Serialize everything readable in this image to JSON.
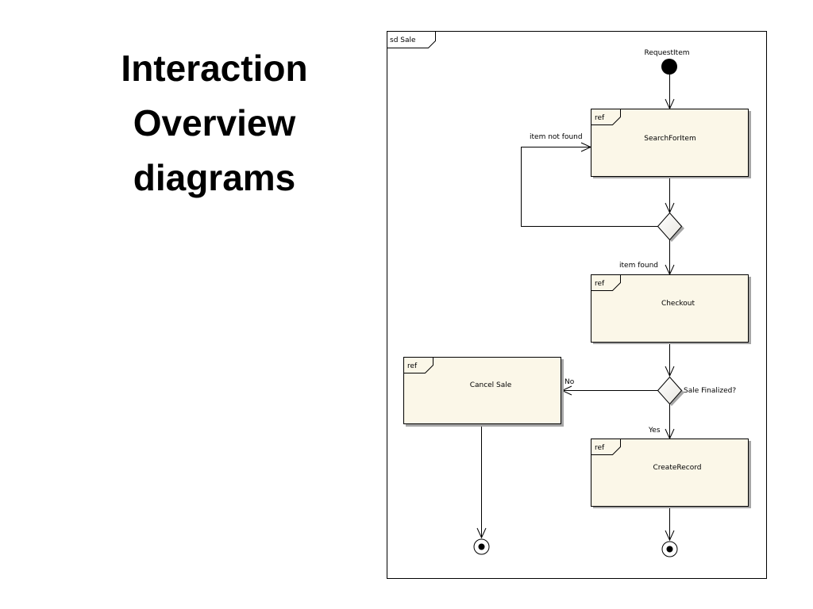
{
  "slide": {
    "title": "Interaction\nOverview\ndiagrams"
  },
  "frame": {
    "label": "sd Sale"
  },
  "initial_node": {
    "label": "RequestItem"
  },
  "ref_tag": "ref",
  "refs": {
    "search": "SearchForItem",
    "checkout": "Checkout",
    "cancel": "Cancel Sale",
    "create": "CreateRecord"
  },
  "guards": {
    "not_found": "item not found",
    "found": "item found",
    "no": "No",
    "yes": "Yes",
    "sale_finalized": "Sale Finalized?"
  },
  "colors": {
    "ref_fill": "#FBF7E8",
    "decision_fill": "#F5F3EE",
    "stroke": "#000000",
    "shadow": "#A6A6A6"
  }
}
